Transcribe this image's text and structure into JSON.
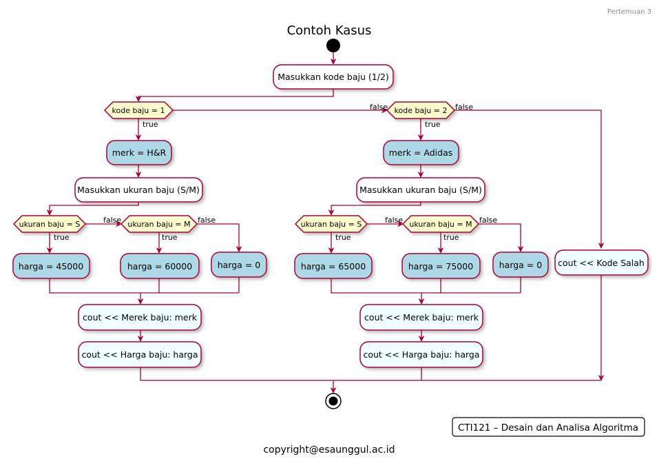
{
  "header": {
    "text": "Pertemuan 3"
  },
  "title": "Contoh Kasus",
  "footer": {
    "course": "CTI121 – Desain dan Analisa Algoritma",
    "copyright": "copyright@esaunggul.ac.id"
  },
  "colors": {
    "line": "#A80036",
    "action_white": "#FFFFFF",
    "action_blue": "#ADD8E6",
    "action_cyan": "#F0FFFF",
    "decision": "#FEFECE"
  },
  "labels": {
    "true": "true",
    "false": "false"
  },
  "nodes": {
    "input_code": "Masukkan kode baju (1/2)",
    "dec_code1": "kode baju = 1",
    "dec_code2": "kode baju = 2",
    "merk_hr": "merk = H&R",
    "merk_adidas": "merk = Adidas",
    "input_size_left": "Masukkan ukuran baju (S/M)",
    "input_size_right": "Masukkan ukuran baju (S/M)",
    "dec_size_s_left": "ukuran baju = S",
    "dec_size_m_left": "ukuran baju = M",
    "dec_size_s_right": "ukuran baju = S",
    "dec_size_m_right": "ukuran baju = M",
    "harga_45000": "harga = 45000",
    "harga_60000": "harga = 60000",
    "harga_0_left": "harga = 0",
    "harga_65000": "harga = 65000",
    "harga_75000": "harga = 75000",
    "harga_0_right": "harga = 0",
    "kode_salah": "cout << Kode Salah",
    "out_merk_left": "cout << Merek baju: merk",
    "out_harga_left": "cout << Harga baju: harga",
    "out_merk_right": "cout << Merek baju: merk",
    "out_harga_right": "cout << Harga baju: harga"
  }
}
